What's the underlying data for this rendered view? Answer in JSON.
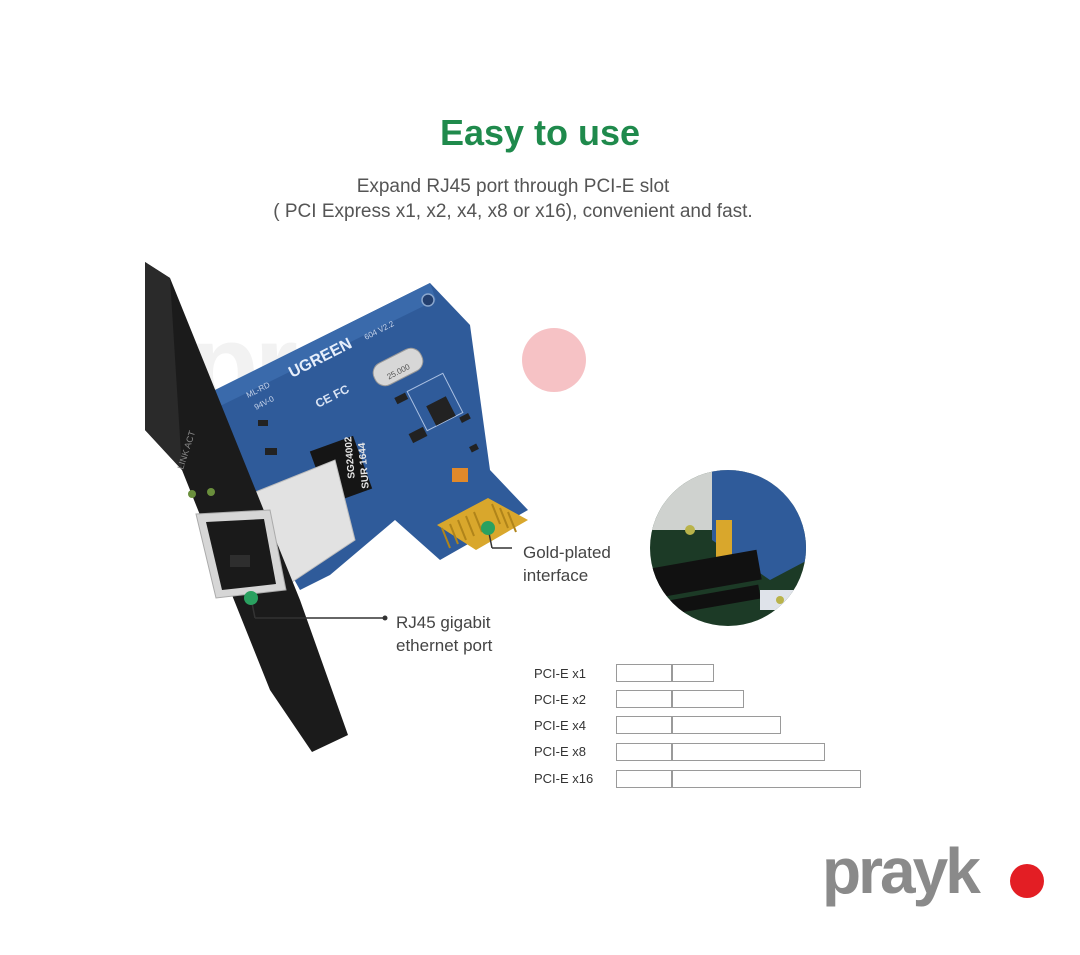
{
  "header": {
    "title": "Easy to use",
    "subtitle_line1": "Expand RJ45 port through PCI-E slot",
    "subtitle_line2": "( PCI Express x1, x2, x4, x8 or x16), convenient and fast."
  },
  "card": {
    "brand": "UGREEN",
    "chip_label_1": "SG24002",
    "chip_label_2": "SUR 1644",
    "crystal_label": "25.000",
    "cert_label": "CE FC",
    "led_label": "LINK ACT"
  },
  "callouts": {
    "gold_line1": "Gold-plated",
    "gold_line2": "interface",
    "rj45_line1": "RJ45 gigabit",
    "rj45_line2": "ethernet port"
  },
  "slots": [
    {
      "label": "PCI-E x1",
      "lanes": 1
    },
    {
      "label": "PCI-E x2",
      "lanes": 2
    },
    {
      "label": "PCI-E x4",
      "lanes": 4
    },
    {
      "label": "PCI-E x8",
      "lanes": 8
    },
    {
      "label": "PCI-E x16",
      "lanes": 16
    }
  ],
  "watermark": {
    "text": "prayk"
  },
  "logo": {
    "text": "prayk"
  },
  "colors": {
    "title_green": "#1f8a4c",
    "pcb_blue": "#2f5b9a",
    "bracket_black": "#1b1b1b",
    "gold": "#d9a72c",
    "callout_dot_green": "#2aa160",
    "logo_red": "#e31e24",
    "logo_gray": "#8a8a8a"
  }
}
